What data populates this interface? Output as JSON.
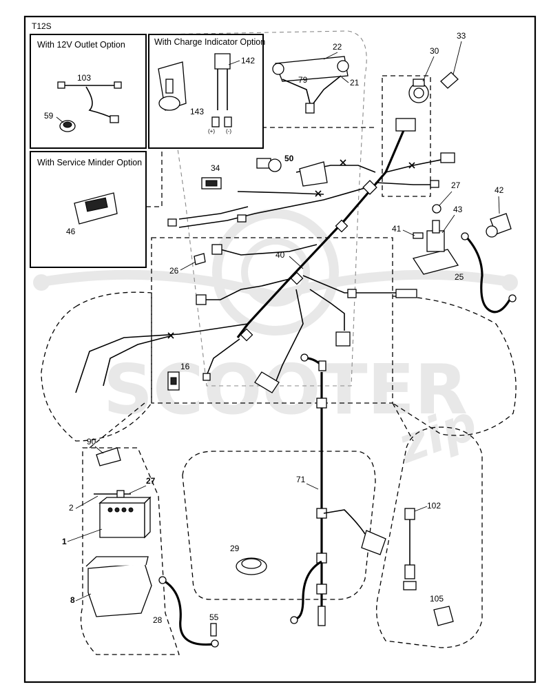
{
  "diagram_code": "T12S",
  "insets": {
    "outlet": "With 12V Outlet Option",
    "charge": "With Charge Indicator Option",
    "minder": "With Service Minder Option"
  },
  "callouts": {
    "c103": "103",
    "c59": "59",
    "c142": "142",
    "c143": "143",
    "plus": "(+)",
    "minus": "(-)",
    "c46": "46",
    "c22": "22",
    "c79": "79",
    "c21": "21",
    "c30": "30",
    "c33": "33",
    "c34": "34",
    "c50": "50",
    "c27a": "27",
    "c42": "42",
    "c43": "43",
    "c41": "41",
    "c26": "26",
    "c40": "40",
    "c25": "25",
    "c16": "16",
    "c90": "90",
    "c27b": "27",
    "c2": "2",
    "c1": "1",
    "c71": "71",
    "c102": "102",
    "c29": "29",
    "c8": "8",
    "c28": "28",
    "c55": "55",
    "c105": "105"
  },
  "watermark": {
    "brand": "SCOOTER",
    "mark": "zip"
  }
}
